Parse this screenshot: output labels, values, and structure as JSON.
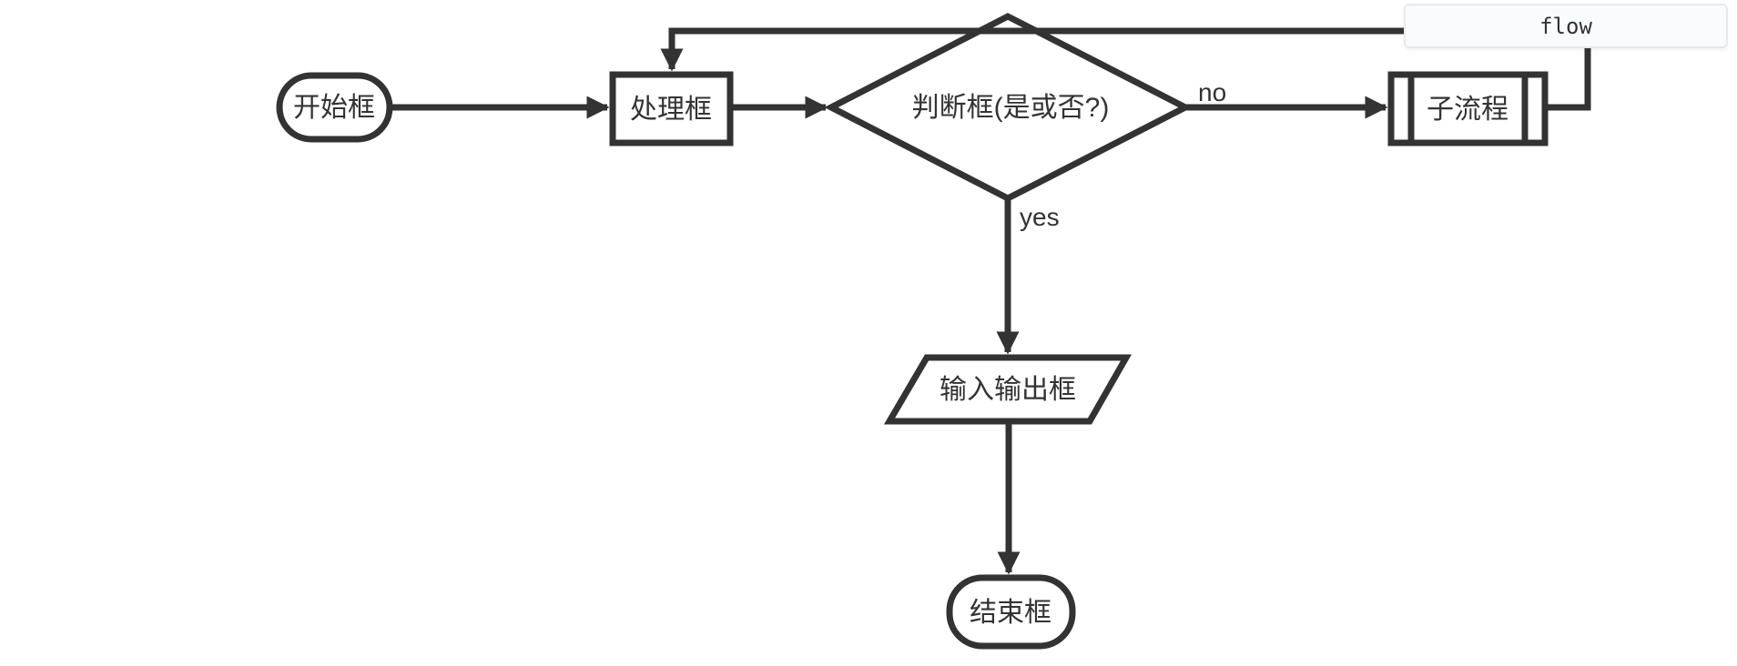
{
  "diagram": {
    "title": {
      "text": "flow"
    },
    "colors": {
      "stroke": "#333333",
      "node_fill": "#ffffff",
      "text": "#333333",
      "background": "#ffffff",
      "title_box_bg": "#fafbfc",
      "title_box_border": "#e7e9eb"
    },
    "nodes": {
      "start": {
        "label": "开始框",
        "shape": "stadium"
      },
      "process": {
        "label": "处理框",
        "shape": "rectangle"
      },
      "decision": {
        "label": "判断框(是或否?)",
        "shape": "diamond"
      },
      "subroutine": {
        "label": "子流程",
        "shape": "subroutine"
      },
      "io": {
        "label": "输入输出框",
        "shape": "parallelogram"
      },
      "end": {
        "label": "结束框",
        "shape": "stadium"
      }
    },
    "edges": [
      {
        "from": "start",
        "to": "process",
        "label": ""
      },
      {
        "from": "process",
        "to": "decision",
        "label": ""
      },
      {
        "from": "decision",
        "to": "subroutine",
        "label": "no"
      },
      {
        "from": "decision",
        "to": "io",
        "label": "yes"
      },
      {
        "from": "io",
        "to": "end",
        "label": ""
      },
      {
        "from": "subroutine",
        "to": "process",
        "label": ""
      }
    ]
  }
}
